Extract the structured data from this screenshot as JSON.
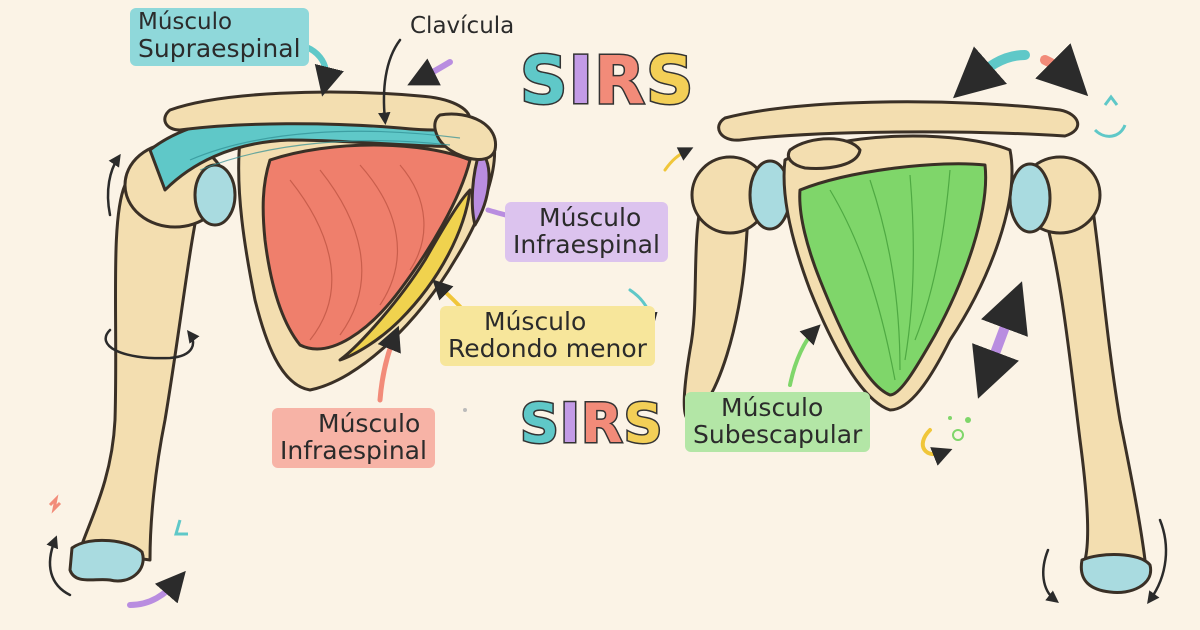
{
  "labels": {
    "supraespinal": {
      "line1": "Músculo",
      "line2": "Supraespinal",
      "highlight": "#7fd3d6"
    },
    "clavicula": {
      "text": "Clavícula"
    },
    "infraespinal_right": {
      "line1": "Músculo",
      "line2": "Infraespinal",
      "highlight": "#d6b8ea"
    },
    "redondo_menor": {
      "line1": "Músculo",
      "line2": "Redondo menor",
      "highlight": "#f5e28a"
    },
    "infraespinal_bottom": {
      "line1": "Músculo",
      "line2": "Infraespinal",
      "highlight": "#f6a99b"
    },
    "subescapular": {
      "line1": "Músculo",
      "line2": "Subescapular",
      "highlight": "#a9e29b"
    }
  },
  "titles": {
    "top": {
      "letters": [
        "S",
        "I",
        "R",
        "S"
      ],
      "colors": [
        "#5fc8c8",
        "#c39be6",
        "#f28b79",
        "#f3cf57"
      ]
    },
    "middle": {
      "letters": [
        "S",
        "I",
        "R",
        "S"
      ],
      "colors": [
        "#5fc8c8",
        "#c39be6",
        "#f28b79",
        "#f3cf57"
      ]
    }
  },
  "colors": {
    "bone": "#f3deb0",
    "cartilage": "#a9dbe0",
    "supraspinatus": "#5fc8c8",
    "infraspinatus": "#ef7f6c",
    "teres_minor": "#f0d24e",
    "infraspinatus_purple": "#b98de0",
    "subscapularis": "#7fd66a",
    "outline": "#3a3026"
  }
}
